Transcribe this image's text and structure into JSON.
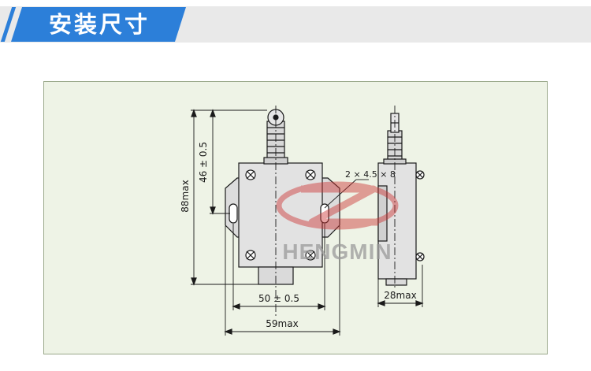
{
  "header": {
    "title": "安装尺寸"
  },
  "diagram": {
    "dimensions": {
      "height_overall": "88max",
      "height_actuator": "46 ± 0.5",
      "hole_spec": "2 × 4.5 × 8",
      "hole_spacing": "50 ± 0.5",
      "width_overall": "59max",
      "depth_overall": "28max"
    },
    "watermark": "HENGMIN"
  },
  "colors": {
    "accent": "#2c7fd9",
    "panel_bg": "#eef3e6",
    "body_fill": "#e2e2e2",
    "watermark": "#cc3333"
  }
}
